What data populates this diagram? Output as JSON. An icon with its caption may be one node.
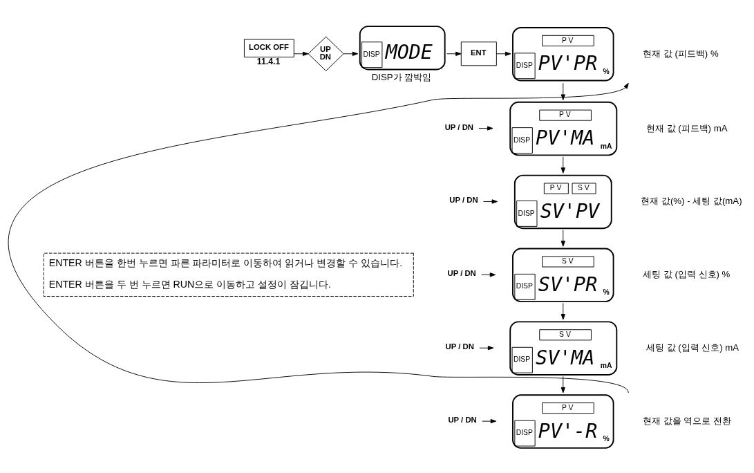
{
  "diagram": {
    "nodes": [
      {
        "text": [
          "LOCK OFF"
        ],
        "beside": [
          "11.4.1"
        ]
      },
      {
        "text": [
          "UP",
          "DN"
        ]
      },
      {
        "text": [
          "DISP",
          "MODE"
        ],
        "beside": [
          "DISP가 깜박임"
        ]
      },
      {
        "text": [
          "ENT"
        ]
      },
      {
        "text": [
          "P V",
          "DISP",
          "PV'PR",
          "%"
        ],
        "beside": [
          "현재 값 (피드백) %"
        ]
      },
      {
        "text": [
          "P V",
          "DISP",
          "PV'MA",
          "mA"
        ],
        "beside": [
          "현재 값 (피드백) mA"
        ]
      },
      {
        "text": [
          "P V",
          "S V",
          "DISP",
          "SV'PV"
        ],
        "beside": [
          "현재 값(%) - 세팅 값(mA)"
        ]
      },
      {
        "text": [
          "S V",
          "DISP",
          "SV'PR",
          "%"
        ],
        "beside": [
          "세팅 값 (입력 신호) %"
        ]
      },
      {
        "text": [
          "S V",
          "DISP",
          "SV'MA",
          "mA"
        ],
        "beside": [
          "세팅 값 (입력 신호) mA"
        ]
      },
      {
        "text": [
          "P V",
          "DISP",
          "PV'-R",
          "%"
        ],
        "beside": [
          "현재 값을 역으로 전환"
        ]
      },
      {
        "text": [
          "UP / DN"
        ]
      },
      {
        "text": [
          "UP / DN"
        ]
      },
      {
        "text": [
          "UP / DN"
        ]
      },
      {
        "text": [
          "UP / DN"
        ]
      },
      {
        "text": [
          "UP / DN"
        ]
      },
      {
        "text": [
          "ENTER 버튼을 한번 누르면 파른 파라미터로 이동하여 읽거나 변경할 수 있습니다.",
          "ENTER 버튼을 두 번 누르면 RUN으로 이동하고 설정이 잠깁니다."
        ]
      }
    ],
    "edges": [
      {
        "from": 0,
        "to": 1,
        "arrow": "to"
      },
      {
        "from": 1,
        "to": 2,
        "arrow": "to"
      },
      {
        "from": 2,
        "to": 3,
        "arrow": "to"
      },
      {
        "from": 3,
        "to": 4,
        "arrow": "to"
      },
      {
        "from": 4,
        "to": 5,
        "arrow": "to"
      },
      {
        "from": 5,
        "to": 6,
        "arrow": "to"
      },
      {
        "from": 6,
        "to": 7,
        "arrow": "to"
      },
      {
        "from": 7,
        "to": 8,
        "arrow": "to"
      },
      {
        "from": 8,
        "to": 9,
        "arrow": "to"
      },
      {
        "from": 9,
        "to": 4,
        "arrow": "to"
      },
      {
        "from": 10,
        "to": null,
        "arrow": "to"
      },
      {
        "from": 11,
        "to": null,
        "arrow": "to"
      },
      {
        "from": 12,
        "to": null,
        "arrow": "to"
      },
      {
        "from": 13,
        "to": null,
        "arrow": "to"
      },
      {
        "from": 14,
        "to": null,
        "arrow": "to"
      }
    ]
  }
}
